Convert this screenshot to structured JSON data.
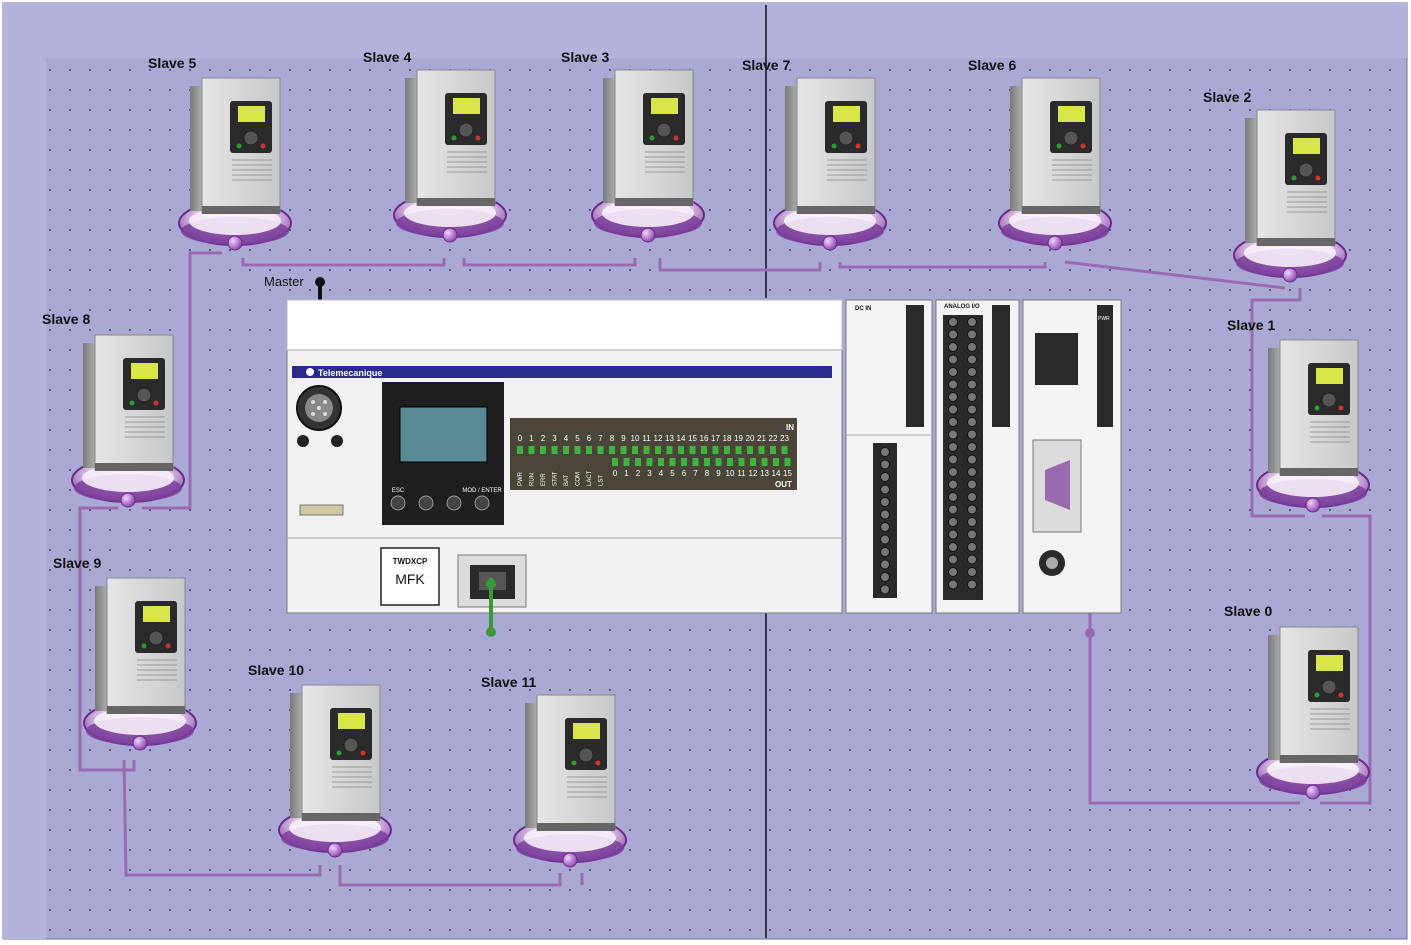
{
  "labels": {
    "slave0": "Slave 0",
    "slave1": "Slave 1",
    "slave2": "Slave 2",
    "slave3": "Slave 3",
    "slave4": "Slave 4",
    "slave5": "Slave 5",
    "slave6": "Slave 6",
    "slave7": "Slave 7",
    "slave8": "Slave 8",
    "slave9": "Slave 9",
    "slave10": "Slave 10",
    "slave11": "Slave 11",
    "master": "Master"
  },
  "plc": {
    "brand": "Telemecanique",
    "in_label": "IN",
    "out_label": "OUT",
    "in_numbers": [
      "0",
      "1",
      "2",
      "3",
      "4",
      "5",
      "6",
      "7",
      "8",
      "9",
      "10",
      "11",
      "12",
      "13",
      "14",
      "15",
      "16",
      "17",
      "18",
      "19",
      "20",
      "21",
      "22",
      "23"
    ],
    "out_numbers": [
      "0",
      "1",
      "2",
      "3",
      "4",
      "5",
      "6",
      "7",
      "8",
      "9",
      "10",
      "11",
      "12",
      "13",
      "14",
      "15"
    ],
    "status_labels": [
      "PWR",
      "RUN",
      "ERR",
      "STAT",
      "BAT",
      "COM",
      "LACT",
      "LST"
    ],
    "btn_labels": [
      "ESC",
      "",
      "",
      "MOD / ENTER"
    ],
    "module_top": "TWDXCP",
    "module_name": "MFK",
    "dcin_label": "DC IN",
    "analog_label": "ANALOG I/O",
    "pwr_label": "PWR"
  },
  "colors": {
    "background": "#a9a9d4",
    "band": "#b3b3dc",
    "wire": "#9a6ab0",
    "base": "#7a3e9a",
    "master_wire": "#111111",
    "ethernet": "#3a9a3a",
    "led": "#3db43d"
  }
}
